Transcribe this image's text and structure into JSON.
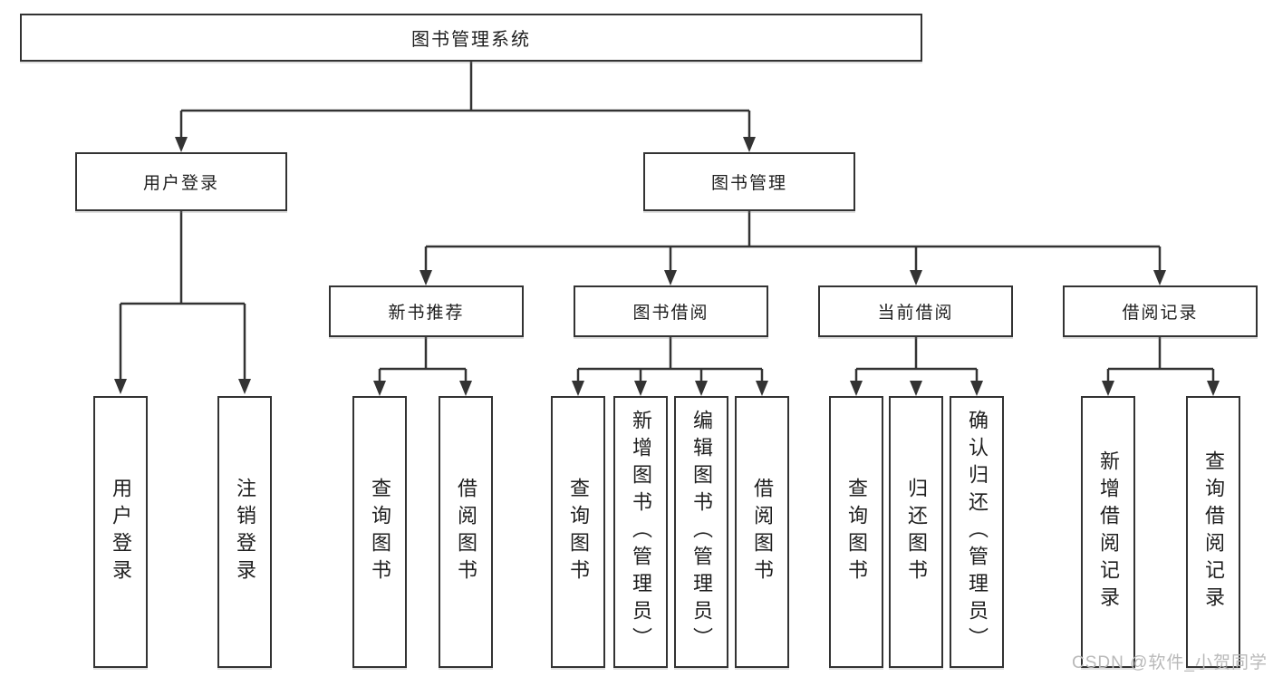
{
  "nodes": {
    "root": {
      "label": "图书管理系统"
    },
    "level2": [
      {
        "label": "用户登录"
      },
      {
        "label": "图书管理"
      }
    ],
    "level3": [
      {
        "label": "新书推荐",
        "parent": "图书管理"
      },
      {
        "label": "图书借阅",
        "parent": "图书管理"
      },
      {
        "label": "当前借阅",
        "parent": "图书管理"
      },
      {
        "label": "借阅记录",
        "parent": "图书管理"
      }
    ],
    "leaves": [
      {
        "label": "用户登录",
        "parent": "用户登录"
      },
      {
        "label": "注销登录",
        "parent": "用户登录"
      },
      {
        "label": "查询图书",
        "parent": "新书推荐"
      },
      {
        "label": "借阅图书",
        "parent": "新书推荐"
      },
      {
        "label": "查询图书",
        "parent": "图书借阅"
      },
      {
        "label": "新增图书（管理员）",
        "parent": "图书借阅"
      },
      {
        "label": "编辑图书（管理员）",
        "parent": "图书借阅"
      },
      {
        "label": "借阅图书",
        "parent": "图书借阅"
      },
      {
        "label": "查询图书",
        "parent": "当前借阅"
      },
      {
        "label": "归还图书",
        "parent": "当前借阅"
      },
      {
        "label": "确认归还（管理员）",
        "parent": "当前借阅"
      },
      {
        "label": "新增借阅记录",
        "parent": "借阅记录"
      },
      {
        "label": "查询借阅记录",
        "parent": "借阅记录"
      }
    ]
  },
  "watermark": {
    "text": "CSDN @软件_小贺同学"
  },
  "colors": {
    "line": "#333333",
    "box_border": "#333333",
    "text": "#1f1f1f",
    "watermark": "#b9b9b9",
    "background": "#ffffff"
  }
}
